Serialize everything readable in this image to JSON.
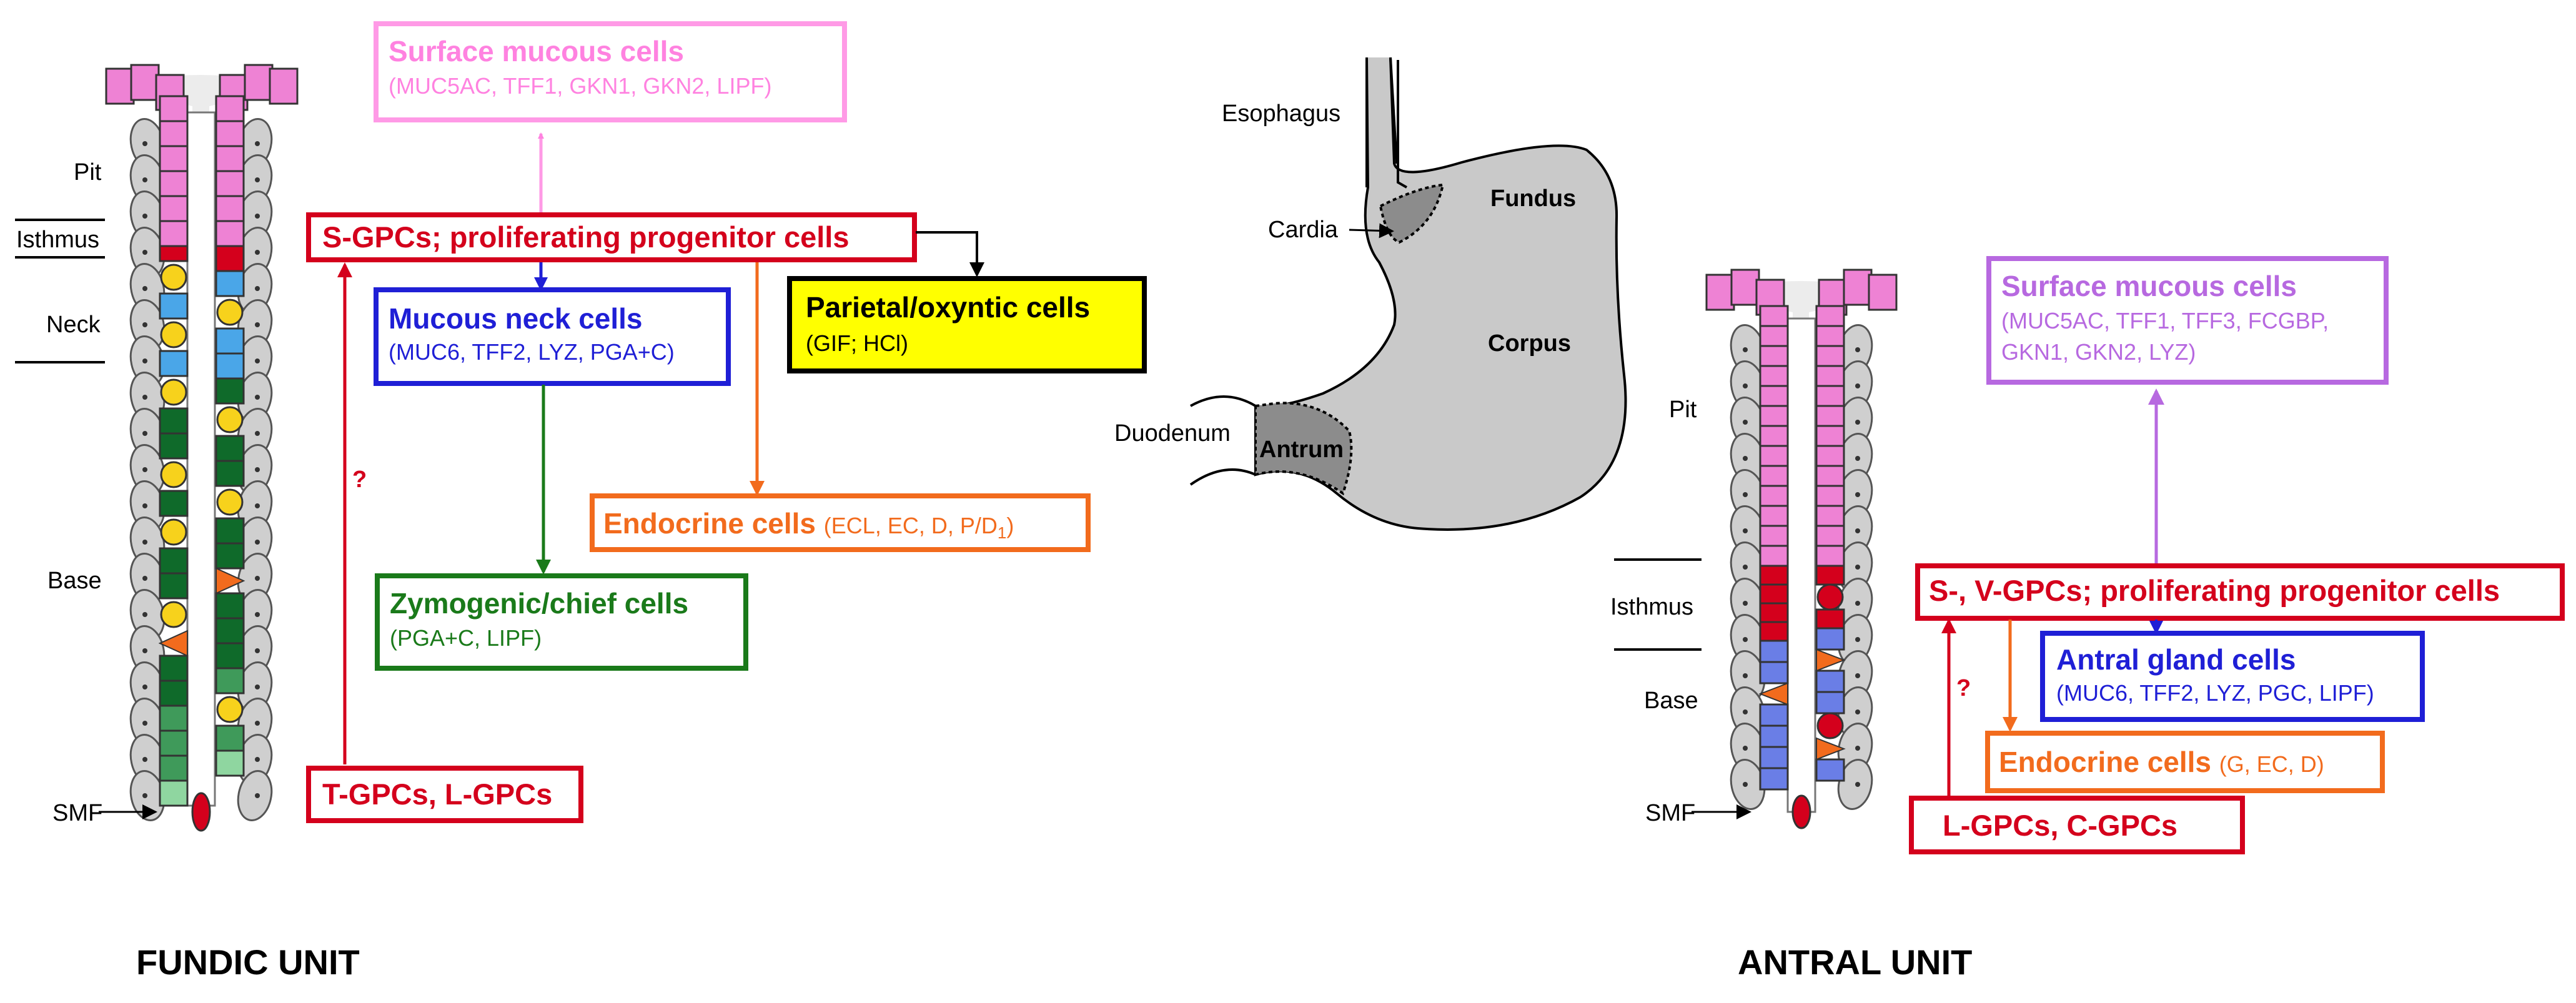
{
  "fundic": {
    "zones": {
      "pit": "Pit",
      "isthmus": "Isthmus",
      "neck": "Neck",
      "base": "Base",
      "smf": "SMF"
    },
    "surface": {
      "title": "Surface mucous cells",
      "markers": "(MUC5AC, TFF1, GKN1, GKN2, LIPF)"
    },
    "progenitor": {
      "title": "S-GPCs; proliferating progenitor cells"
    },
    "neck_cells": {
      "title": "Mucous neck cells",
      "markers": "(MUC6, TFF2, LYZ, PGA+C)"
    },
    "parietal": {
      "title": "Parietal/oxyntic cells",
      "markers": "(GIF; HCl)"
    },
    "endocrine": {
      "title": "Endocrine cells",
      "markers": "(ECL, EC, D, P/D",
      "sub": "1",
      "close": ")"
    },
    "chief": {
      "title": "Zymogenic/chief cells",
      "markers": "(PGA+C, LIPF)"
    },
    "tgpc": {
      "title": "T-GPCs, L-GPCs"
    },
    "question": "?",
    "unit_label": "FUNDIC UNIT"
  },
  "stomach": {
    "esophagus": "Esophagus",
    "cardia": "Cardia",
    "fundus": "Fundus",
    "corpus": "Corpus",
    "duodenum": "Duodenum",
    "antrum": "Antrum"
  },
  "antral": {
    "zones": {
      "pit": "Pit",
      "isthmus": "Isthmus",
      "base": "Base",
      "smf": "SMF"
    },
    "surface": {
      "title": "Surface mucous cells",
      "markers_line1": "(MUC5AC, TFF1, TFF3, FCGBP,",
      "markers_line2": "GKN1, GKN2, LYZ)"
    },
    "progenitor": {
      "title": "S-, V-GPCs; proliferating progenitor cells"
    },
    "gland": {
      "title": "Antral gland cells",
      "markers": "(MUC6, TFF2, LYZ, PGC, LIPF)"
    },
    "endocrine": {
      "title": "Endocrine cells",
      "markers": "(G, EC, D)"
    },
    "lgpc": {
      "title": "L-GPCs, C-GPCs"
    },
    "question": "?",
    "unit_label": "ANTRAL UNIT"
  },
  "colors": {
    "pink": "#ee82d4",
    "pink_text": "#ff82e0",
    "red": "#d4001c",
    "blue": "#1f1fd6",
    "green": "#1a7a1a",
    "orange": "#f26b1d",
    "yellow": "#ffff00",
    "purple": "#b769e0",
    "light_blue": "#4aa6e8",
    "antral_blue": "#6a7ee6",
    "dark_green": "#0f6a2a",
    "mid_green": "#3f9a5a",
    "light_green": "#8fd6a0",
    "gold": "#f7d21c",
    "grey_stomach": "#c9c9c9",
    "grey_antrum": "#8c8c8c"
  }
}
